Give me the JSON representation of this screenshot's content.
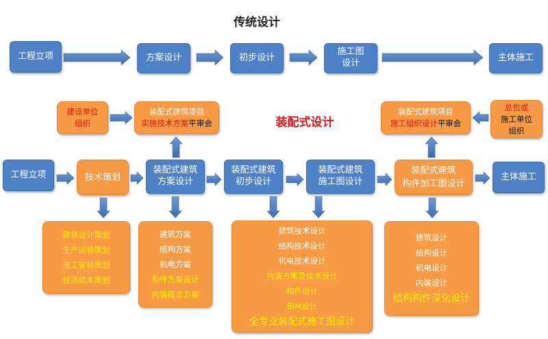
{
  "traditional": {
    "title": "传统设计",
    "steps": [
      "工程立项",
      "方案设计",
      "初步设计",
      "施工图\n设计",
      "主体施工"
    ]
  },
  "prefab": {
    "title": "装配式设计",
    "steps": [
      "工程立项",
      "技术策划",
      "装配式建筑\n方案设计",
      "装配式建筑\n初步设计",
      "装配式建筑\n施工图设计",
      "装配式建筑\n构件加工图设计",
      "主体施工"
    ],
    "owner_box": [
      "建设单位",
      "组织"
    ],
    "review_left": {
      "line1": "装配式建筑项目",
      "line2_red": "实施技术方案",
      "line2_black": "平审会"
    },
    "review_right": {
      "line1": "装配式建筑项目",
      "line2_red": "施工组织设计",
      "line2_black": "平审会"
    },
    "contractor_box": [
      "总包或",
      "施工单位",
      "组织"
    ],
    "planning_items": [
      "建筑设计策划",
      "生产运输策划",
      "施工安装策划",
      "经济成本策划"
    ],
    "scheme_items": [
      "建筑方案",
      "结构方案",
      "机电方案",
      "构件方案设计",
      "内装概念方案"
    ],
    "construction_items": [
      "建筑技术设计",
      "结构技术设计",
      "机电技术设计",
      "内装方案及技术设计",
      "构件设计",
      "BIM设计"
    ],
    "construction_footer": "全专业装配式施工图设计",
    "component_items": [
      "建筑设计",
      "结构设计",
      "机电设计",
      "内装设计"
    ],
    "component_footer": "结构构件深化设计"
  },
  "colors": {
    "blue": "#4f81c7",
    "orange": "#f79a45",
    "yellow": "#fff200",
    "red": "#e01515"
  }
}
